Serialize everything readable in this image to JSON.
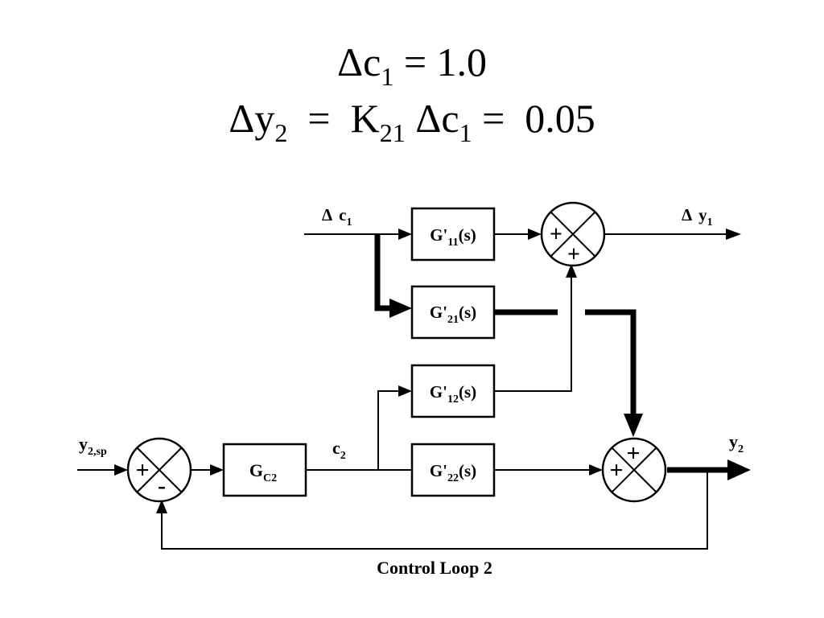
{
  "equations": {
    "line1": {
      "delta": "Δ",
      "var": "c",
      "sub": "1",
      "rhs": " = 1.0"
    },
    "line2": {
      "delta": "Δ",
      "var": "y",
      "sub": "2",
      "mid": "  =  K",
      "ksub": "21",
      "delta2": " Δ",
      "var2": "c",
      "sub2": "1",
      "rhs": " =  0.05"
    }
  },
  "diagram": {
    "blocks": {
      "g11": {
        "main": "G'",
        "sub": "11",
        "tail": "(s)"
      },
      "g21": {
        "main": "G'",
        "sub": "21",
        "tail": "(s)"
      },
      "g12": {
        "main": "G'",
        "sub": "12",
        "tail": "(s)"
      },
      "g22": {
        "main": "G'",
        "sub": "22",
        "tail": "(s)"
      },
      "gc2": {
        "main": "G",
        "sub": "C2"
      }
    },
    "signals": {
      "dc1": {
        "delta": "Δ",
        "var": "c",
        "sub": "1"
      },
      "dy1": {
        "delta": "Δ",
        "var": "y",
        "sub": "1"
      },
      "c2": {
        "var": "c",
        "sub": "2"
      },
      "y2": {
        "var": "y",
        "sub": "2"
      },
      "y2sp": {
        "var": "y",
        "sub": "2,sp"
      }
    },
    "junction_signs": {
      "sum1_left": "+",
      "sum1_bottom": "+",
      "sum2_top": "+",
      "sum2_left": "+",
      "sum3_left": "+",
      "sum3_bottom": "-"
    },
    "caption": "Control Loop 2"
  }
}
